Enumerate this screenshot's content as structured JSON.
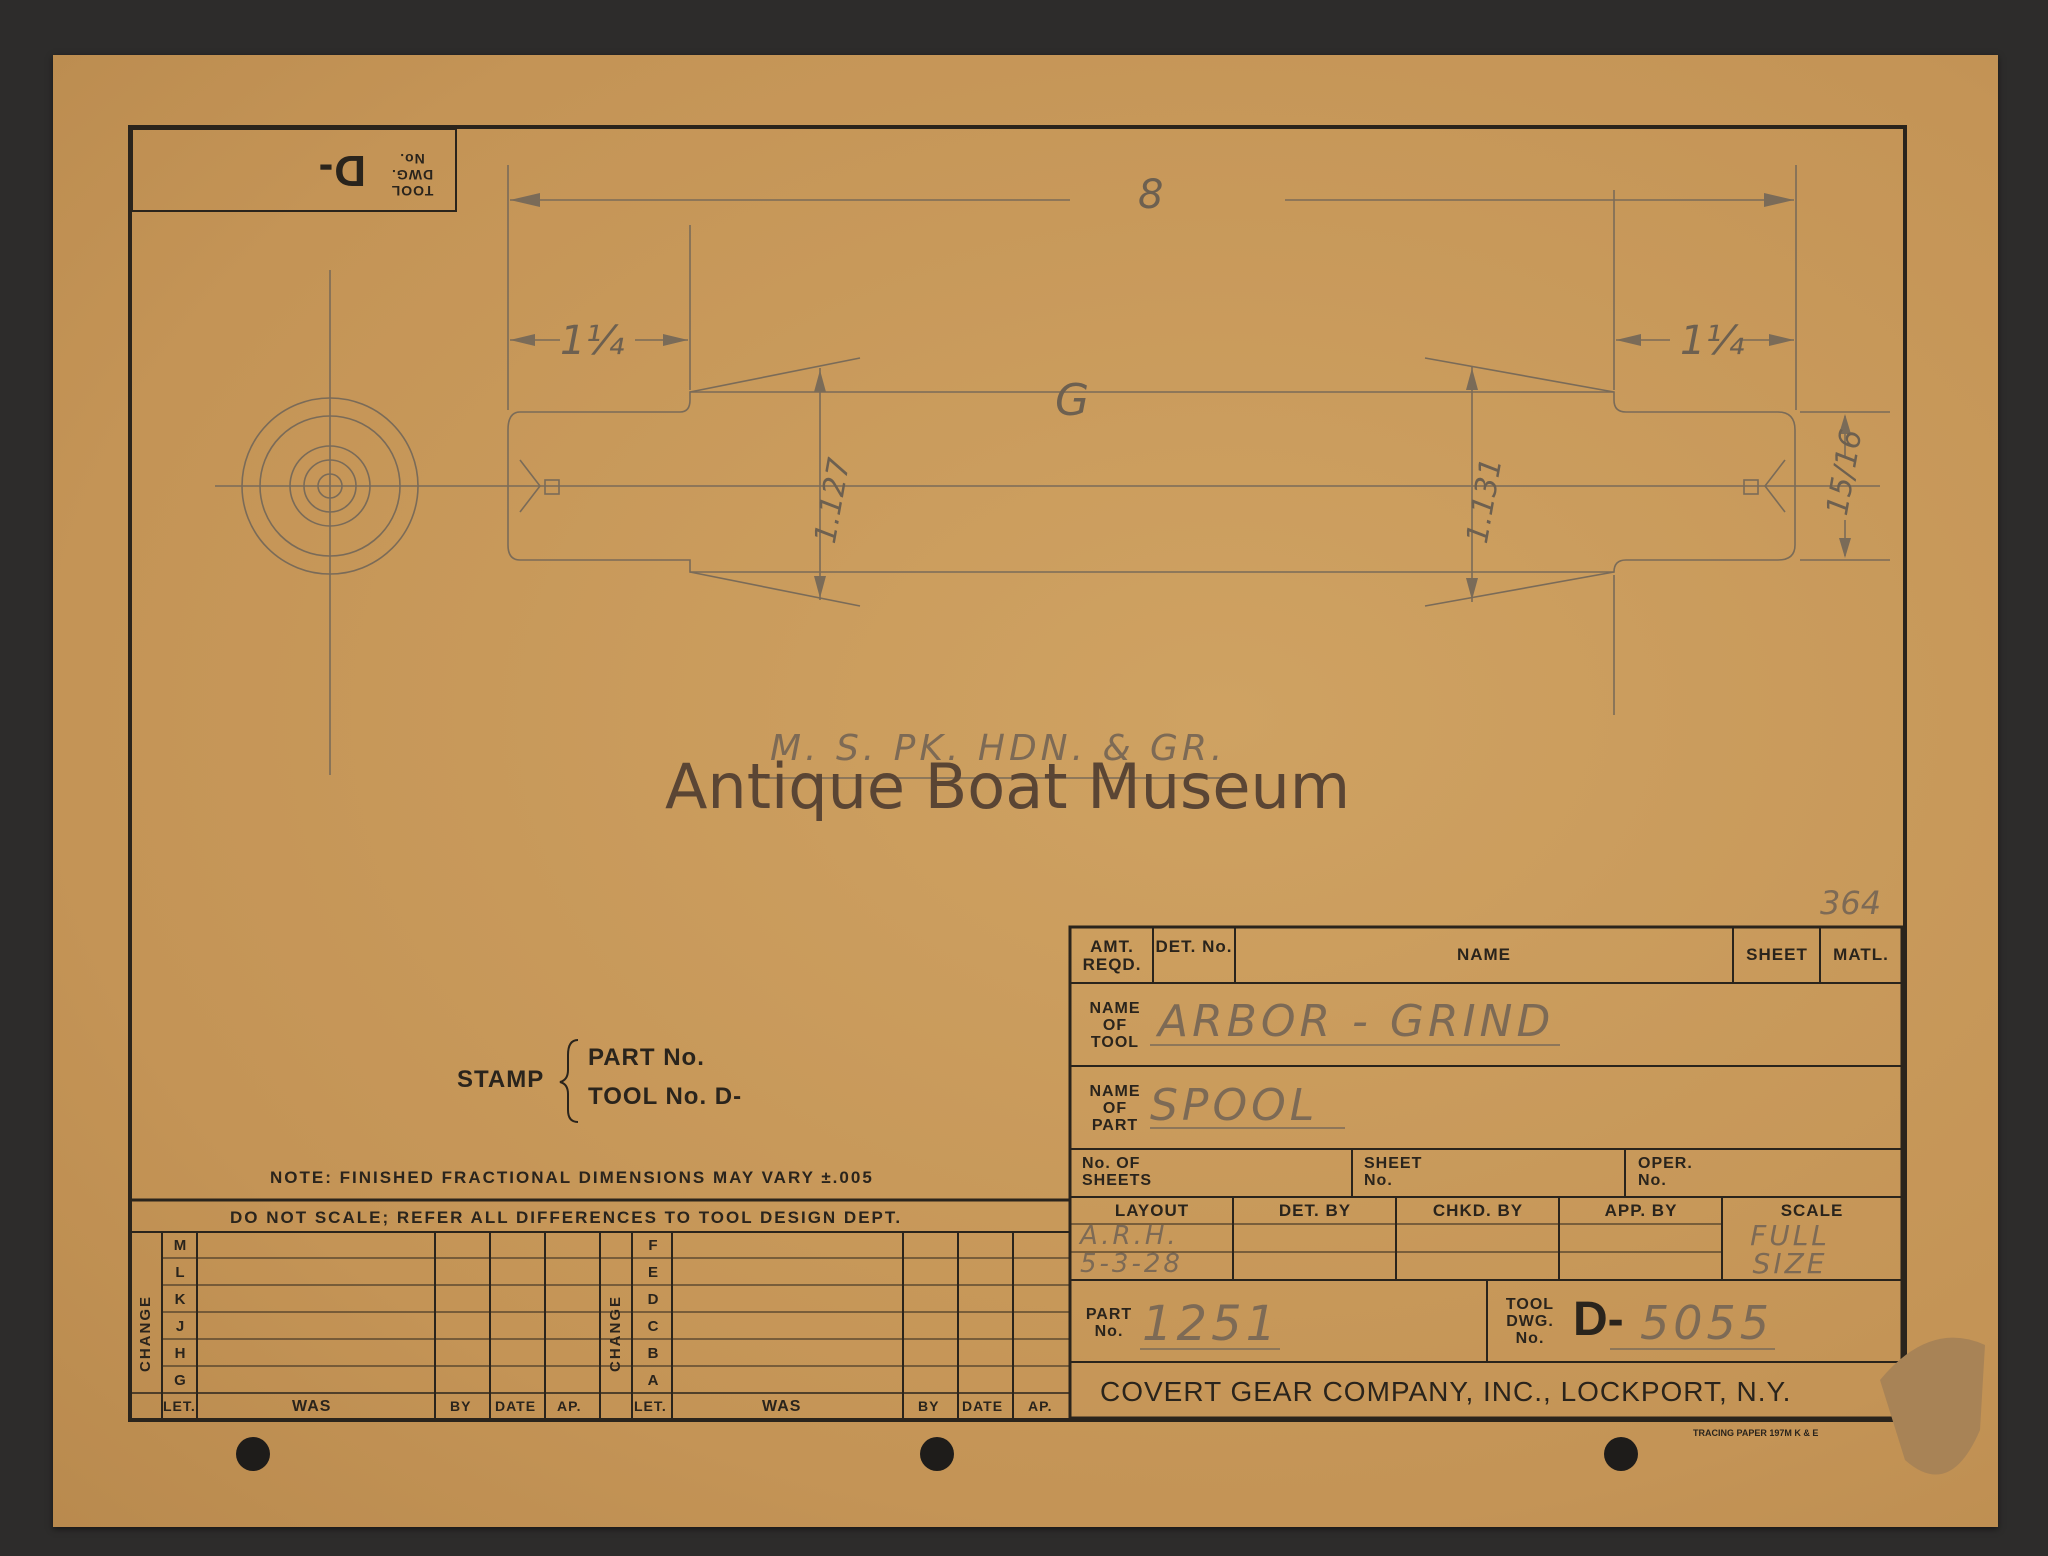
{
  "corner_box": {
    "line1": "TOOL",
    "line2": "DWG.",
    "line3": "No.",
    "prefix": "D-"
  },
  "drawing": {
    "overall_length": "8",
    "left_end": "1¼",
    "right_end": "1¼",
    "grind_mark": "G",
    "left_diameter": "1.127",
    "right_diameter": "1.131",
    "end_diameter": "15/16",
    "material_note": "M. S. PK. HDN. & GR."
  },
  "watermark": "Antique Boat Museum",
  "sheet_number": "364",
  "stamp": {
    "label": "STAMP",
    "part": "PART No.",
    "tool": "TOOL No. D-"
  },
  "note": "NOTE: FINISHED FRACTIONAL DIMENSIONS MAY VARY ±.005",
  "do_not_scale": "DO NOT SCALE; REFER ALL DIFFERENCES TO TOOL DESIGN DEPT.",
  "change_table": {
    "side_label": "CHANGE",
    "left_letters": [
      "M",
      "L",
      "K",
      "J",
      "H",
      "G"
    ],
    "right_letters": [
      "F",
      "E",
      "D",
      "C",
      "B",
      "A"
    ],
    "footer": {
      "let": "LET.",
      "was": "WAS",
      "by": "BY",
      "date": "DATE",
      "ap": "AP."
    }
  },
  "title_block": {
    "amt_reqd": "AMT. REQD.",
    "det_no": "DET. No.",
    "name": "NAME",
    "sheet": "SHEET",
    "matl": "MATL.",
    "name_of_tool_label": "NAME OF TOOL",
    "name_of_tool": "ARBOR - GRIND",
    "name_of_part_label": "NAME OF PART",
    "name_of_part": "SPOOL",
    "no_of_sheets": "No. OF SHEETS",
    "sheet_no": "SHEET No.",
    "oper_no": "OPER. No.",
    "layout": "LAYOUT",
    "layout_value": "A.R.H. 5-3-28",
    "det_by": "DET. BY",
    "chkd_by": "CHKD. BY",
    "app_by": "APP. BY",
    "scale": "SCALE",
    "scale_value": "FULL SIZE",
    "part_no_label": "PART No.",
    "part_no": "1251",
    "tool_dwg_label": "TOOL DWG. No.",
    "tool_dwg_prefix": "D-",
    "tool_dwg_no": "5055",
    "company": "COVERT GEAR COMPANY, INC., LOCKPORT, N.Y.",
    "paper": "TRACING PAPER 197M K & E"
  },
  "colors": {
    "paper": "#c89a5c",
    "ink": "#2a241c",
    "pencil": "#6d6050",
    "background": "#2d2c2b"
  }
}
